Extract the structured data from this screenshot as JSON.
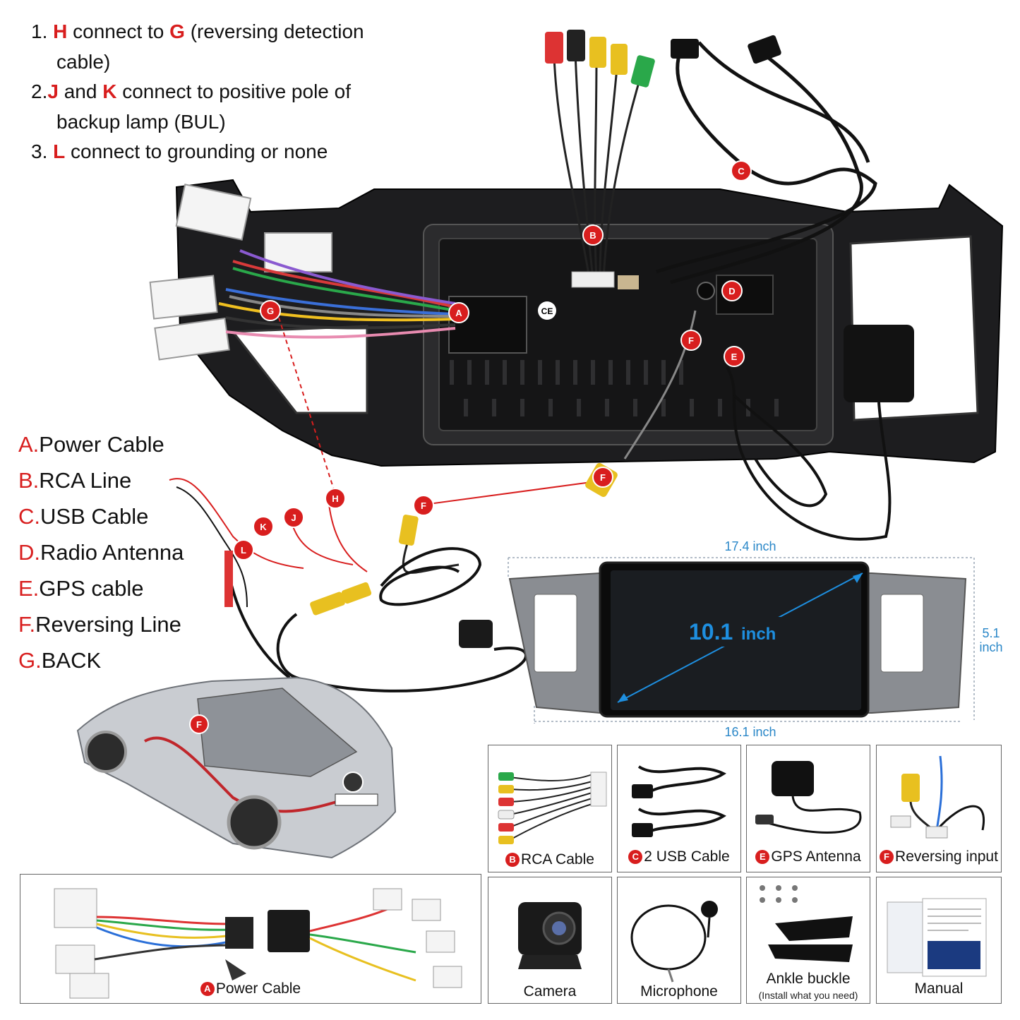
{
  "instructions": {
    "line1": {
      "num": "1. ",
      "a": "H",
      "t1": " connect to ",
      "b": "G",
      "t2": " (reversing detection"
    },
    "line1b": "cable)",
    "line2": {
      "num": "2.",
      "a": "J",
      "t1": " and ",
      "b": "K",
      "t2": " connect to positive pole of"
    },
    "line2b": "backup lamp (BUL)",
    "line3": {
      "num": "3. ",
      "a": "L",
      "t1": " connect to grounding or none"
    }
  },
  "legend": [
    {
      "letter": "A.",
      "text": "Power Cable"
    },
    {
      "letter": "B.",
      "text": "RCA Line"
    },
    {
      "letter": "C.",
      "text": "USB Cable"
    },
    {
      "letter": "D.",
      "text": "Radio Antenna"
    },
    {
      "letter": "E.",
      "text": "GPS cable"
    },
    {
      "letter": "F.",
      "text": "Reversing Line"
    },
    {
      "letter": "G.",
      "text": "BACK"
    }
  ],
  "badges": {
    "a": "A",
    "b": "B",
    "c": "C",
    "d": "D",
    "e": "E",
    "f": "F",
    "g": "G",
    "h": "H",
    "j": "J",
    "k": "K",
    "l": "L"
  },
  "panel_label": "CE",
  "dimensions": {
    "width_top": "17.4 inch",
    "width_bottom": "16.1 inch",
    "height_value": "5.1",
    "height_unit": "inch",
    "screen_value": "10.1",
    "screen_unit": "inch"
  },
  "accessories": {
    "rca": {
      "badge": "B",
      "label": "RCA Cable"
    },
    "usb": {
      "badge": "C",
      "label": "2 USB Cable"
    },
    "gps": {
      "badge": "E",
      "label": "GPS Antenna"
    },
    "rev": {
      "badge": "F",
      "label": "Reversing input"
    },
    "power": {
      "badge": "A",
      "label": "Power Cable"
    },
    "camera": {
      "label": "Camera"
    },
    "mic": {
      "label": "Microphone"
    },
    "ankle": {
      "label": "Ankle buckle",
      "sublabel": "(Install what you need)"
    },
    "manual": {
      "label": "Manual"
    }
  },
  "colors": {
    "accent_red": "#d81e1e",
    "dimension_blue": "#2a87c8",
    "screen_blue": "#1e8fe0"
  }
}
